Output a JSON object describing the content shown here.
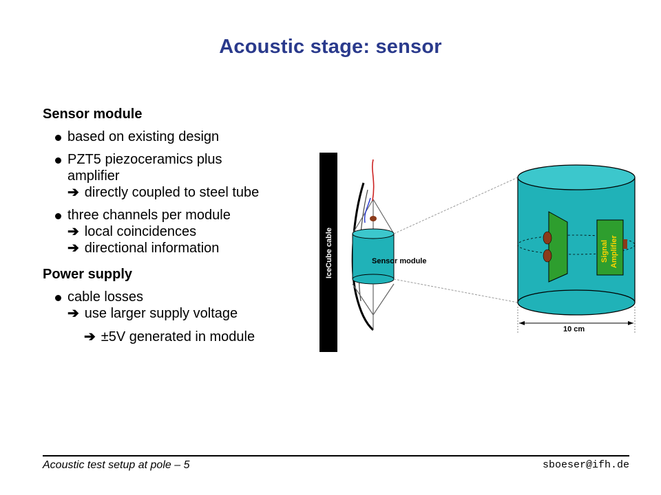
{
  "slide": {
    "title": "Acoustic stage: sensor"
  },
  "sections": {
    "sensor": {
      "heading": "Sensor module",
      "b1": "based on existing design",
      "b2_l1": "PZT5 piezoceramics plus",
      "b2_l2": "amplifier",
      "b2_l3": "directly coupled to steel tube",
      "b3_l1": "three channels per module",
      "b3_l2": "local coincidences",
      "b3_l3": "directional information"
    },
    "power": {
      "heading": "Power supply",
      "b1_l1": "cable losses",
      "b1_l2": "use larger supply voltage",
      "sub": "±5V generated in module"
    }
  },
  "figure": {
    "cable_label": "IceCube cable",
    "module_label": "Sensor module",
    "amp_line1": "Signal",
    "amp_line2": "Amplifier",
    "dimension_label": "10 cm"
  },
  "arrow_glyph": "➔",
  "footer": {
    "left": "Acoustic test setup at pole – 5",
    "right": "sboeser@ifh.de"
  },
  "colors": {
    "title": "#2a3a8c",
    "module": "#20b2b8",
    "amplifier": "#2e9e2e",
    "piezo": "#8b3a1a"
  }
}
